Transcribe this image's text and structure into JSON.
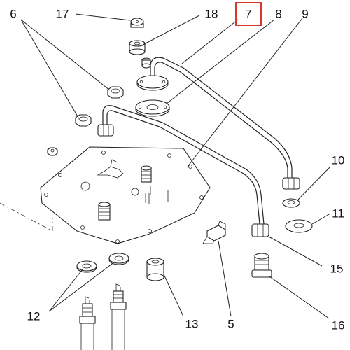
{
  "diagram": {
    "highlighted_label": "7",
    "highlight_color": "#d6392c",
    "callouts": [
      {
        "id": "c17",
        "text": "17"
      },
      {
        "id": "c18",
        "text": "18"
      },
      {
        "id": "c7",
        "text": "7"
      },
      {
        "id": "c8",
        "text": "8"
      },
      {
        "id": "c9",
        "text": "9"
      },
      {
        "id": "c6",
        "text": "6"
      },
      {
        "id": "c10",
        "text": "10"
      },
      {
        "id": "c11",
        "text": "11"
      },
      {
        "id": "c15",
        "text": "15"
      },
      {
        "id": "c16",
        "text": "16"
      },
      {
        "id": "c12",
        "text": "12"
      },
      {
        "id": "c13",
        "text": "13"
      },
      {
        "id": "c5",
        "text": "5"
      }
    ]
  }
}
